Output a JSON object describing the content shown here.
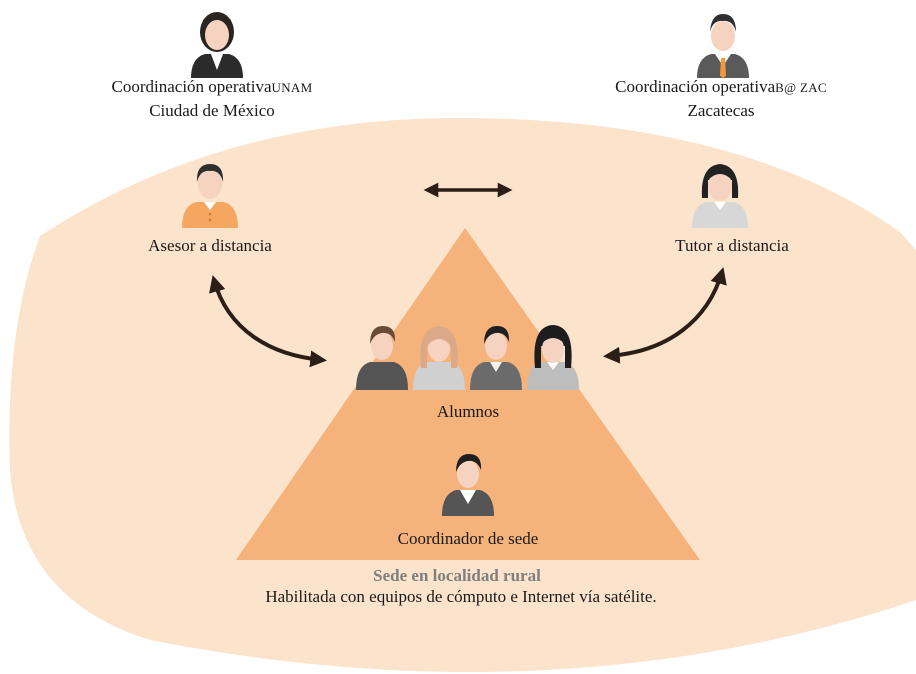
{
  "coord_unam": {
    "line1_main": "Coordinación operativa",
    "line1_tag": "UNAM",
    "line2": "Ciudad de México"
  },
  "coord_bzac": {
    "line1_main": "Coordinación operativa",
    "line1_tag": "B@ ZAC",
    "line2": "Zacatecas"
  },
  "asesor": {
    "label": "Asesor a distancia"
  },
  "tutor": {
    "label": "Tutor a distancia"
  },
  "alumnos": {
    "label": "Alumnos"
  },
  "coordinador": {
    "label": "Coordinador de sede"
  },
  "sede": {
    "title": "Sede en localidad rural",
    "subtitle": "Habilitada con equipos de cómputo e Internet vía satélite."
  },
  "colors": {
    "region_fill": "#fbe3cc",
    "triangle_fill": "#f5b27a",
    "arrow": "#2a1e17",
    "sede_title": "#7f7f7f"
  },
  "icons": [
    "woman-suit-icon",
    "man-suit-icon",
    "man-orange-shirt-icon",
    "woman-gray-shirt-icon",
    "student-male-icon",
    "student-female-icon",
    "coordinator-icon",
    "double-arrow-icon"
  ]
}
